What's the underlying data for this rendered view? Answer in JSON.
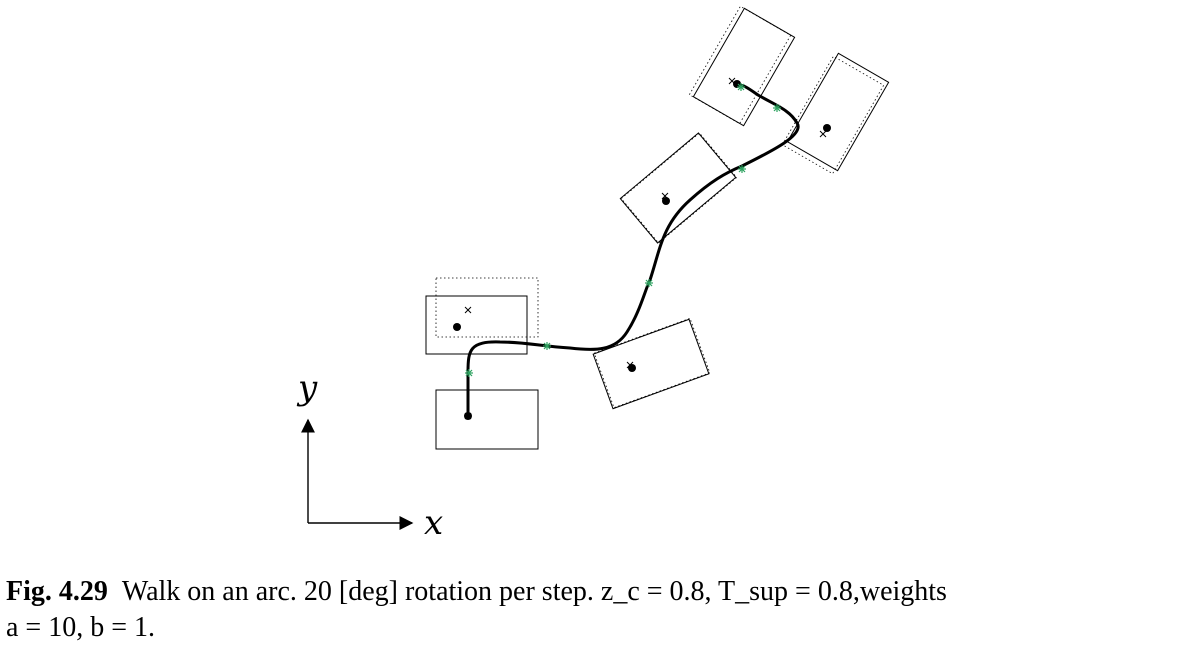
{
  "axes": {
    "x_label": "x",
    "y_label": "y"
  },
  "caption": {
    "fig_number": "Fig. 4.29",
    "line1": "Walk on an arc. 20 [deg] rotation per step. z_c = 0.8, T_sup = 0.8,weights",
    "line2": "a = 10, b = 1."
  },
  "colors": {
    "trajectory": "#000000",
    "marker": "#2ca25f",
    "footprint": "#000000"
  },
  "legend_icons": [
    "cross-marker-icon",
    "dot-marker-icon",
    "star-marker-icon"
  ]
}
